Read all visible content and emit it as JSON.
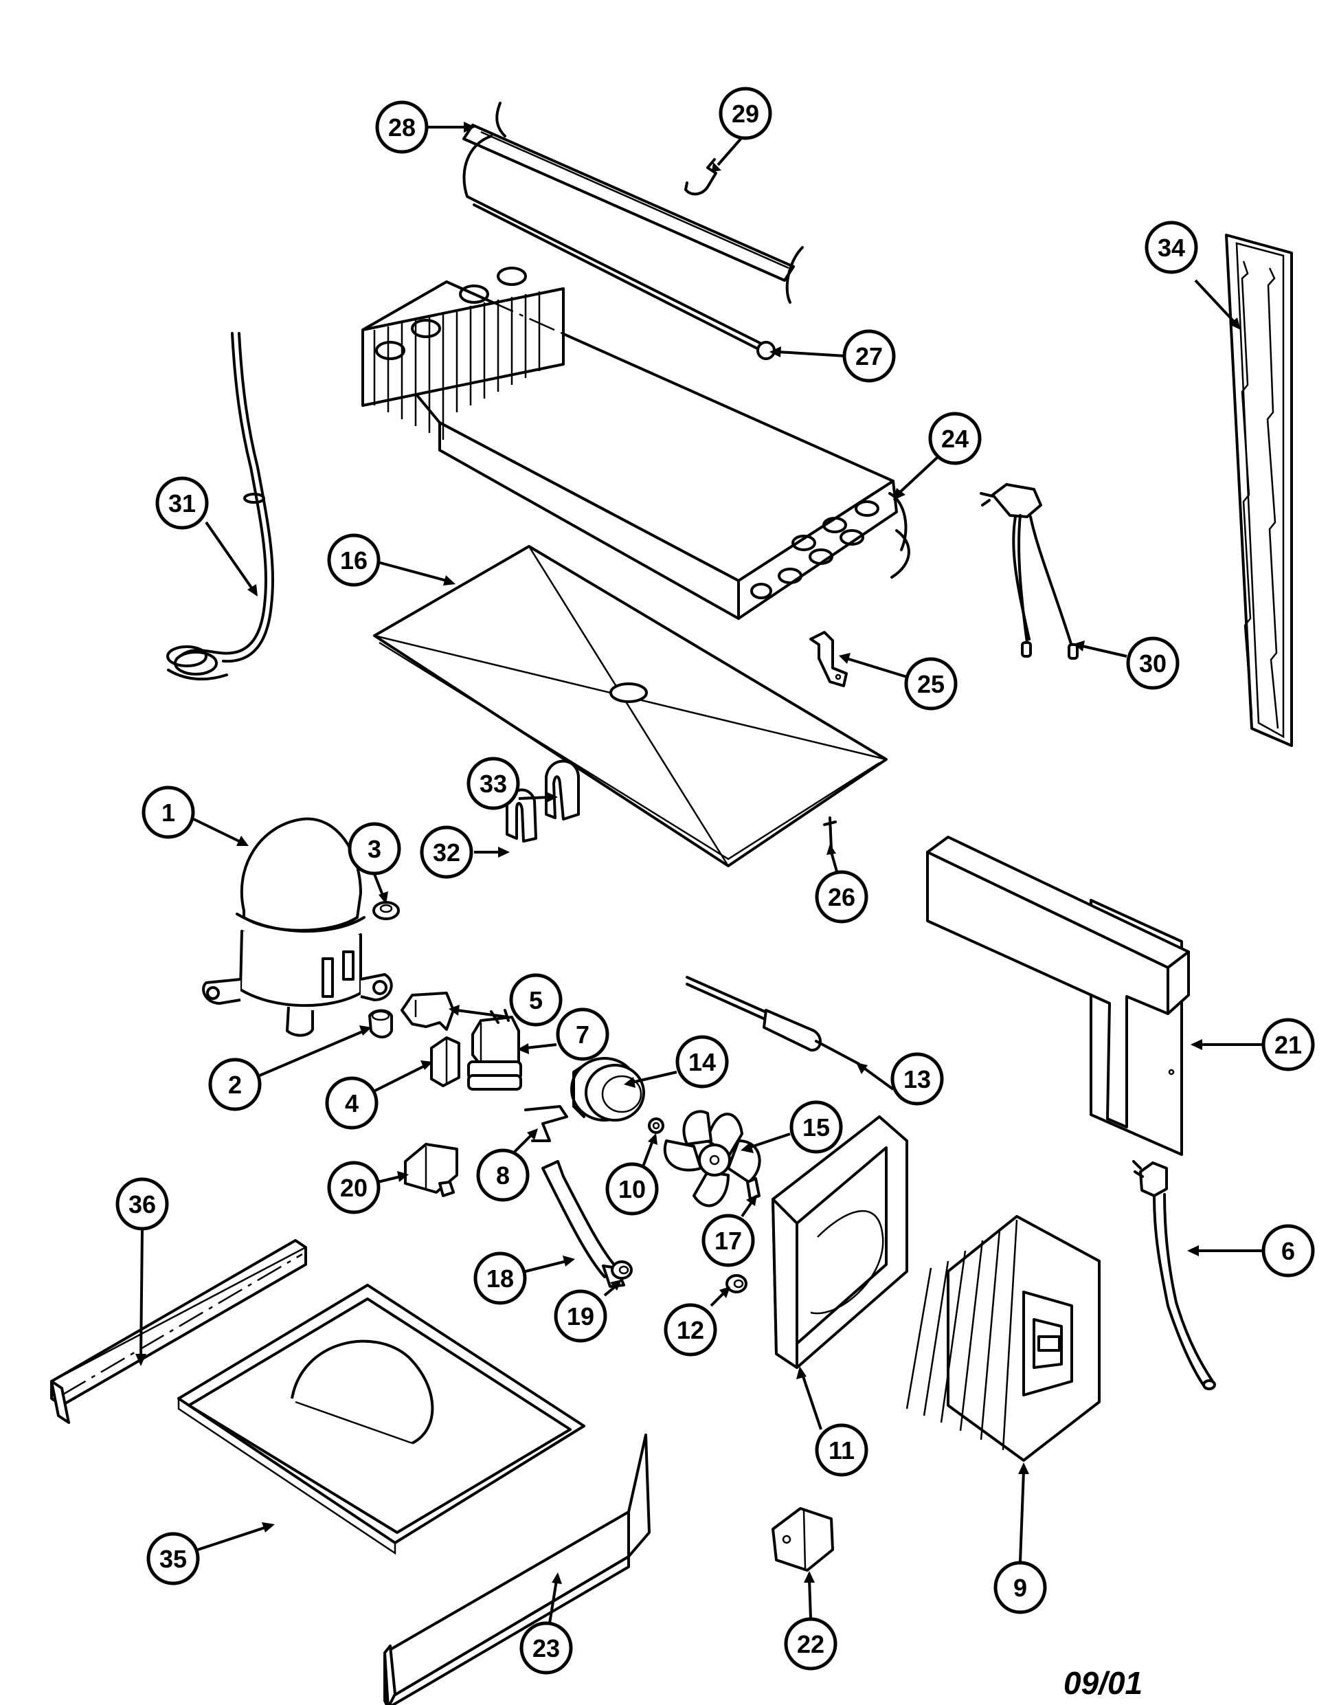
{
  "revision": "09/01",
  "callouts": [
    {
      "label": "1"
    },
    {
      "label": "2"
    },
    {
      "label": "3"
    },
    {
      "label": "4"
    },
    {
      "label": "5"
    },
    {
      "label": "6"
    },
    {
      "label": "7"
    },
    {
      "label": "8"
    },
    {
      "label": "9"
    },
    {
      "label": "10"
    },
    {
      "label": "11"
    },
    {
      "label": "12"
    },
    {
      "label": "13"
    },
    {
      "label": "14"
    },
    {
      "label": "15"
    },
    {
      "label": "16"
    },
    {
      "label": "17"
    },
    {
      "label": "18"
    },
    {
      "label": "19"
    },
    {
      "label": "20"
    },
    {
      "label": "21"
    },
    {
      "label": "22"
    },
    {
      "label": "23"
    },
    {
      "label": "24"
    },
    {
      "label": "25"
    },
    {
      "label": "26"
    },
    {
      "label": "27"
    },
    {
      "label": "28"
    },
    {
      "label": "29"
    },
    {
      "label": "30"
    },
    {
      "label": "31"
    },
    {
      "label": "32"
    },
    {
      "label": "33"
    },
    {
      "label": "34"
    },
    {
      "label": "35"
    },
    {
      "label": "36"
    }
  ]
}
